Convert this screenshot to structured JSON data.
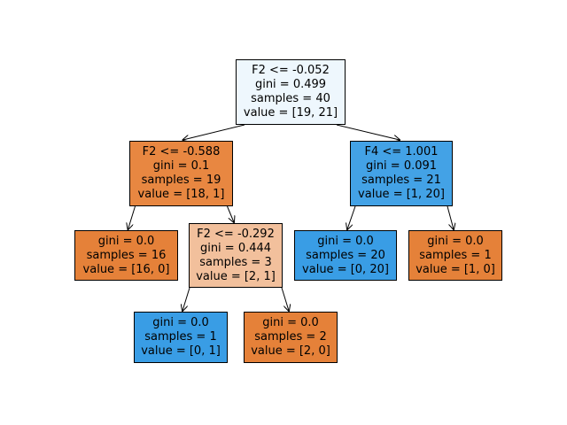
{
  "nodes": [
    {
      "id": "n0",
      "lines": [
        "F2 <= -0.052",
        "gini = 0.499",
        "samples = 40",
        "value = [19, 21]"
      ],
      "fill": "#eef7fd"
    },
    {
      "id": "n1",
      "lines": [
        "F2 <= -0.588",
        "gini = 0.1",
        "samples = 19",
        "value = [18, 1]"
      ],
      "fill": "#e88741"
    },
    {
      "id": "n2",
      "lines": [
        "gini = 0.0",
        "samples = 16",
        "value = [16, 0]"
      ],
      "fill": "#e58139"
    },
    {
      "id": "n3",
      "lines": [
        "F2 <= -0.292",
        "gini = 0.444",
        "samples = 3",
        "value = [2, 1]"
      ],
      "fill": "#f2c09c"
    },
    {
      "id": "n4",
      "lines": [
        "gini = 0.0",
        "samples = 1",
        "value = [0, 1]"
      ],
      "fill": "#399de5"
    },
    {
      "id": "n5",
      "lines": [
        "gini = 0.0",
        "samples = 2",
        "value = [2, 0]"
      ],
      "fill": "#e58139"
    },
    {
      "id": "n6",
      "lines": [
        "F4 <= 1.001",
        "gini = 0.091",
        "samples = 21",
        "value = [1, 20]"
      ],
      "fill": "#43a2e6"
    },
    {
      "id": "n7",
      "lines": [
        "gini = 0.0",
        "samples = 20",
        "value = [0, 20]"
      ],
      "fill": "#399de5"
    },
    {
      "id": "n8",
      "lines": [
        "gini = 0.0",
        "samples = 1",
        "value = [1, 0]"
      ],
      "fill": "#e58139"
    }
  ],
  "edges": [
    [
      "n0",
      "n1"
    ],
    [
      "n0",
      "n6"
    ],
    [
      "n1",
      "n2"
    ],
    [
      "n1",
      "n3"
    ],
    [
      "n3",
      "n4"
    ],
    [
      "n3",
      "n5"
    ],
    [
      "n6",
      "n7"
    ],
    [
      "n6",
      "n8"
    ]
  ]
}
